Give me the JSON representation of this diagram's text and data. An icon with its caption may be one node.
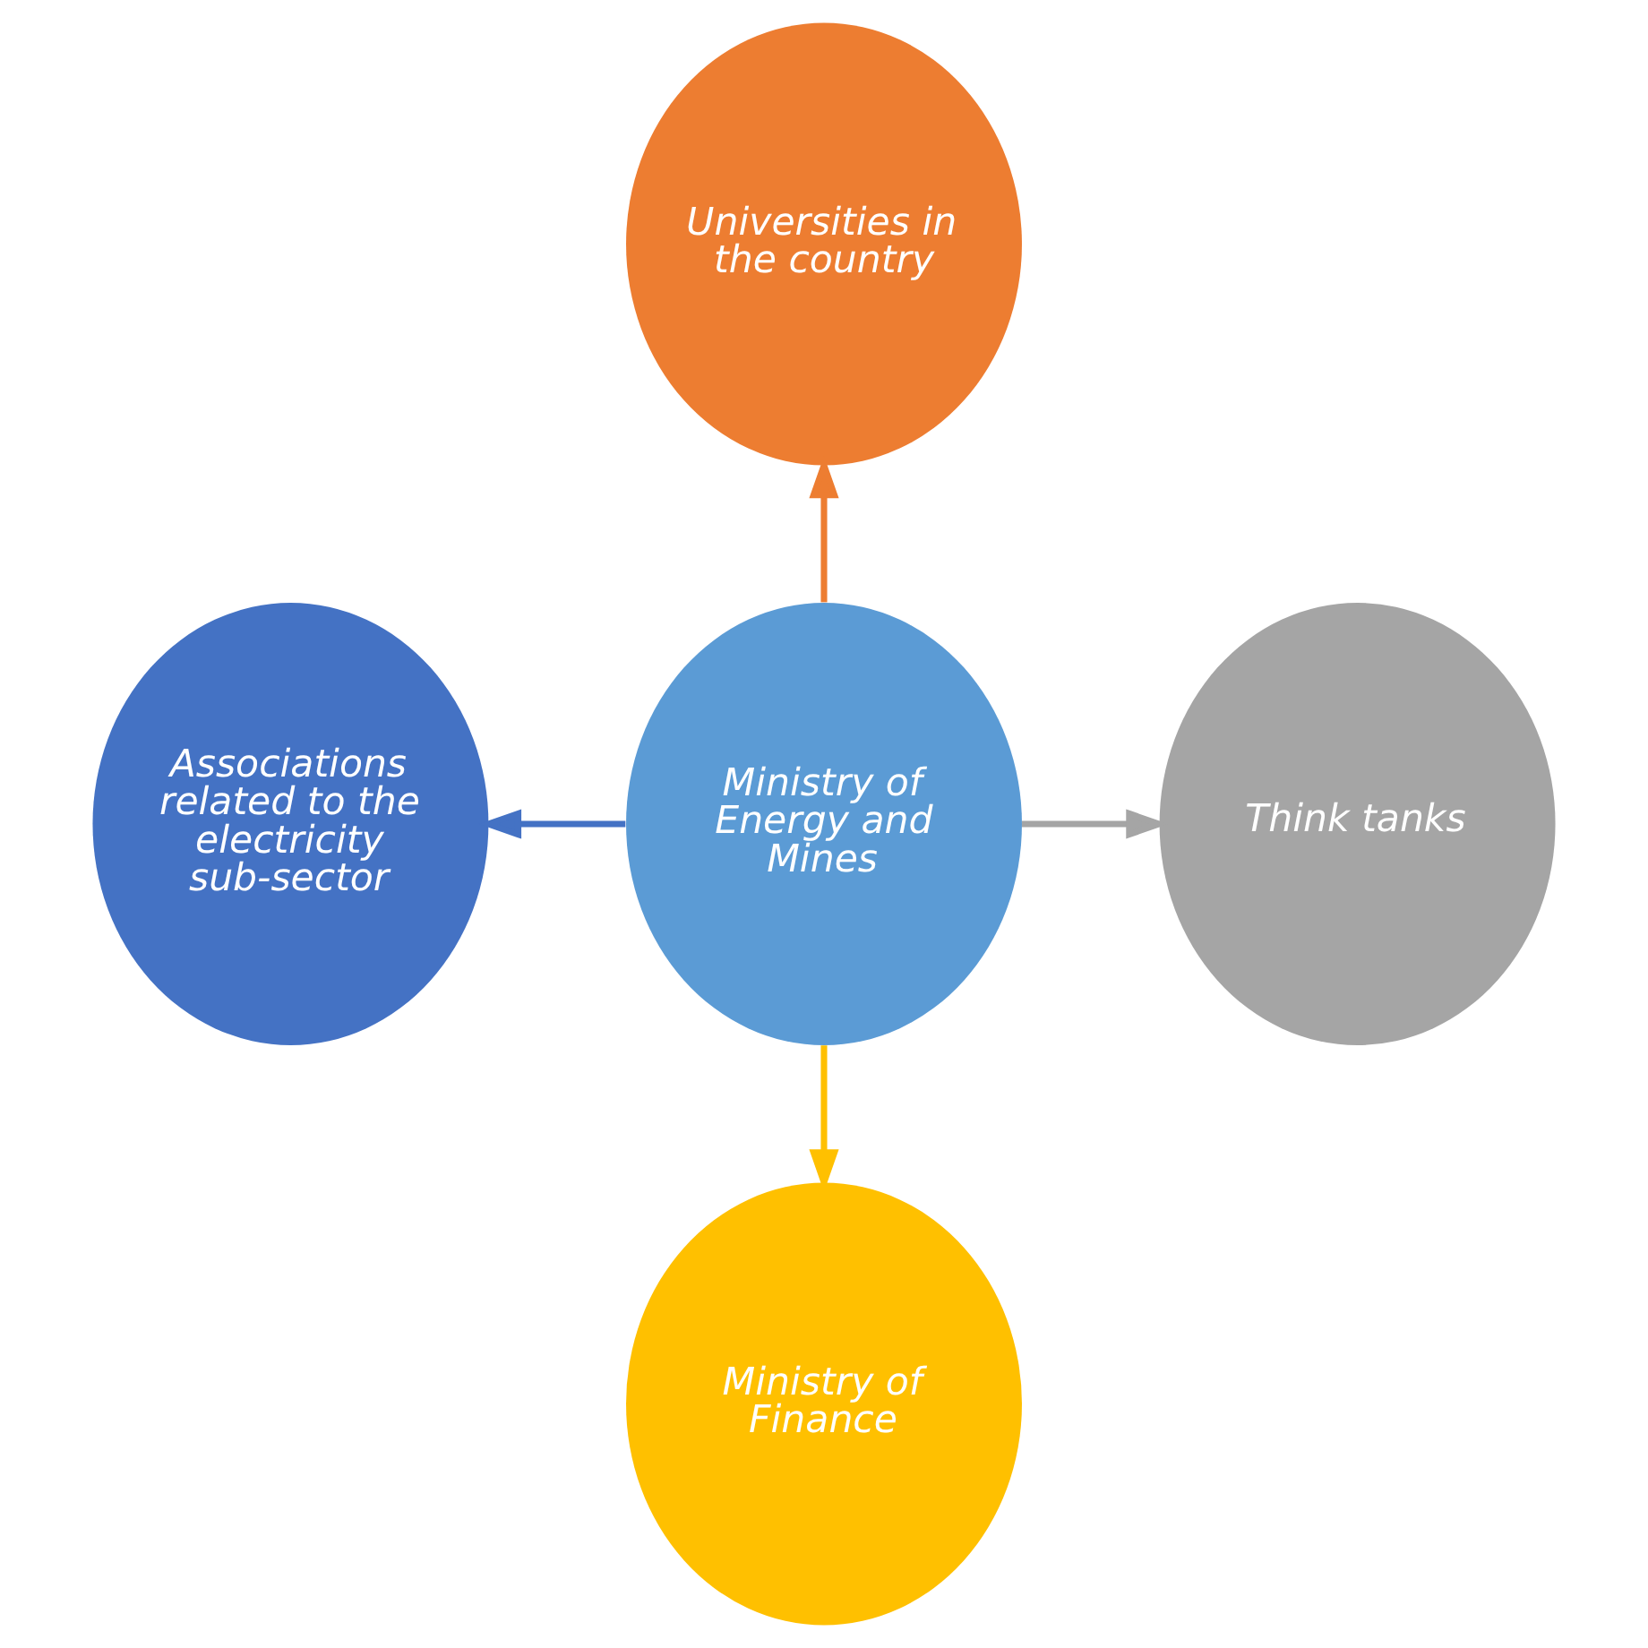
{
  "diagram": {
    "nodes": [
      {
        "text": [
          "Universities in the country"
        ]
      },
      {
        "text": [
          "Associations related to the electricity sub-sector"
        ]
      },
      {
        "text": [
          "Ministry of Energy and Mines"
        ]
      },
      {
        "text": [
          "Think tanks"
        ]
      },
      {
        "text": [
          "Ministry of Finance"
        ]
      }
    ],
    "edges": [
      {
        "from": 2,
        "to": 0,
        "arrow": "to",
        "color": "#ed7d31"
      },
      {
        "from": 2,
        "to": 1,
        "arrow": "to",
        "color": "#4472c4"
      },
      {
        "from": 2,
        "to": 3,
        "arrow": "to",
        "color": "#a5a5a5"
      },
      {
        "from": 2,
        "to": 4,
        "arrow": "to",
        "color": "#ffc000"
      }
    ]
  }
}
